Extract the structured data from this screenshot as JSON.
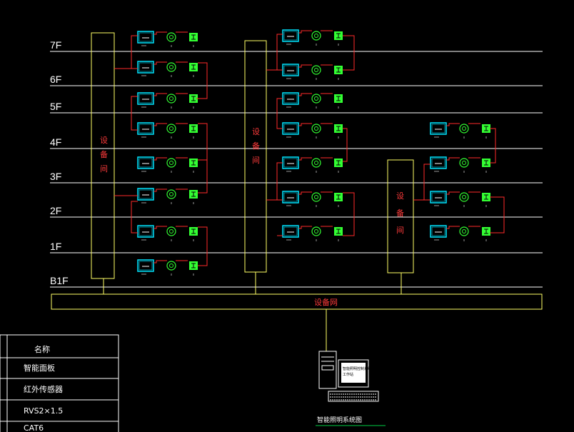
{
  "floors": [
    "7F",
    "6F",
    "5F",
    "4F",
    "3F",
    "2F",
    "1F",
    "B1F"
  ],
  "riser_label": "设备间",
  "bus_label": "设备网",
  "legend": {
    "header": "名称",
    "rows": [
      "智能面板",
      "红外传感器",
      "RVS2×1.5",
      "CAT6"
    ]
  },
  "workstation_caption": "智能照明系统图",
  "workstation_screen_lines": [
    "智能照明控制系统",
    "工作站"
  ],
  "colors": {
    "background": "#000000",
    "floor_line": "#ffffff",
    "riser": "#ffff66",
    "wire": "#ff2a2a",
    "panel": "#00e5ff",
    "sensor": "#33ff33",
    "switch": "#33ff33"
  },
  "icons": [
    "smart-panel-icon",
    "infrared-sensor-icon",
    "switch-module-icon",
    "computer-workstation-icon"
  ]
}
